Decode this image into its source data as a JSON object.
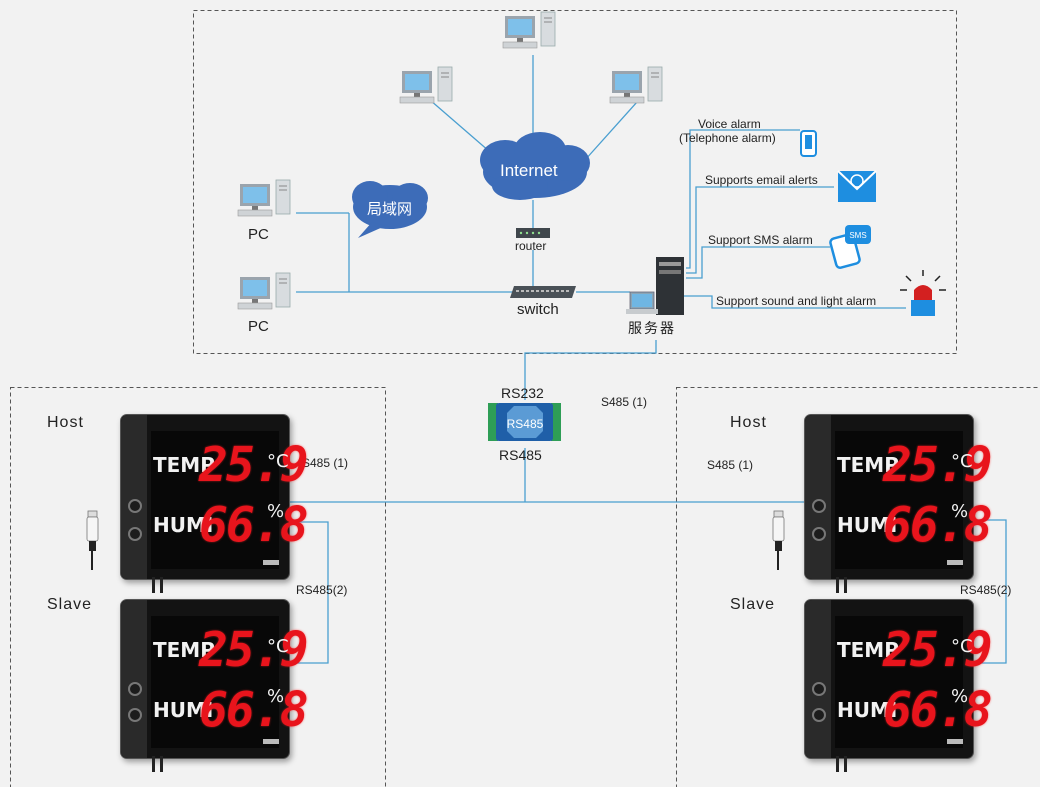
{
  "network": {
    "internet_label": "Internet",
    "lan_label": "局域网",
    "router_label": "router",
    "switch_label": "switch",
    "pc_label_1": "PC",
    "pc_label_2": "PC",
    "server_label": "服务器"
  },
  "alarms": {
    "voice_line1": "Voice alarm",
    "voice_line2": "(Telephone alarm)",
    "email": "Supports email alerts",
    "sms": "Support SMS alarm",
    "sms_icon_text": "SMS",
    "sound_light": "Support sound and light alarm"
  },
  "converter": {
    "top_label": "RS232",
    "center_label": "RS485",
    "bottom_label": "RS485",
    "side_label": "S485 (1)"
  },
  "left_group": {
    "host_label": "Host",
    "slave_label": "Slave",
    "bus_label": "S485 (1)",
    "link_label": "RS485(2)"
  },
  "right_group": {
    "host_label": "Host",
    "slave_label": "Slave",
    "bus_label": "S485 (1)",
    "link_label": "RS485(2)"
  },
  "display": {
    "temp_tag": "TEMP",
    "humi_tag": "HUMI",
    "temp_value": "25.9",
    "humi_value": "66.8",
    "temp_unit": "°C",
    "humi_unit": "%"
  },
  "colors": {
    "line": "#4a9fd0",
    "cloud": "#3d6cb8",
    "converter_body": "#1f5fa8",
    "converter_end": "#2e9e56",
    "led_red": "#e8141c"
  },
  "icons": [
    "computer-icon",
    "cloud-icon",
    "router-icon",
    "switch-icon",
    "server-icon",
    "phone-icon",
    "email-icon",
    "sms-icon",
    "alarm-light-icon",
    "sensor-probe-icon"
  ]
}
